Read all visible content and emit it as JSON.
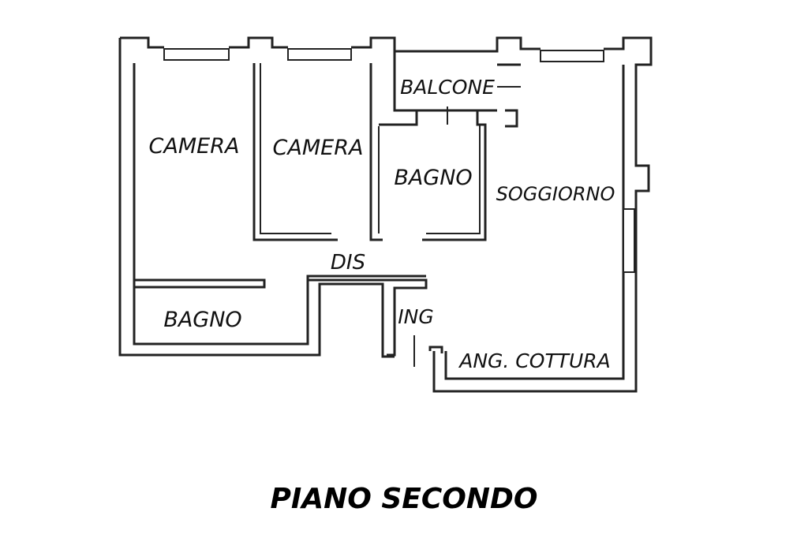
{
  "plan": {
    "rooms": [
      {
        "id": "camera_1",
        "label": "CAMERA"
      },
      {
        "id": "camera_2",
        "label": "CAMERA"
      },
      {
        "id": "balcone",
        "label": "BALCONE"
      },
      {
        "id": "bagno_1",
        "label": "BAGNO"
      },
      {
        "id": "soggiorno",
        "label": "SOGGIORNO"
      },
      {
        "id": "dis",
        "label": "DIS"
      },
      {
        "id": "ing",
        "label": "ING"
      },
      {
        "id": "bagno_2",
        "label": "BAGNO"
      },
      {
        "id": "ang_cottura",
        "label": "ANG. COTTURA"
      }
    ]
  },
  "floor_title": "PIANO SECONDO"
}
